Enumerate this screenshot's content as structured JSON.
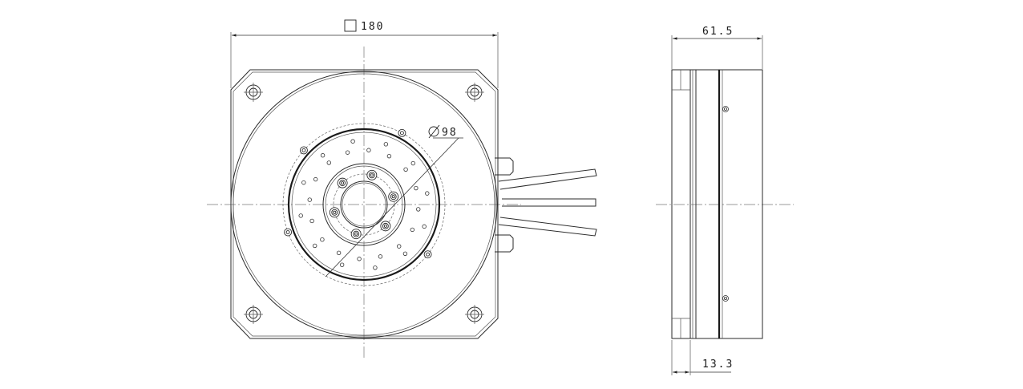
{
  "views": {
    "front": {
      "width_dimension": "180",
      "width_symbol": "square",
      "bolt_circle_dimension": "98",
      "bolt_circle_symbol": "diameter"
    },
    "side": {
      "overall_thickness": "61.5",
      "flange_thickness": "13.3"
    }
  }
}
